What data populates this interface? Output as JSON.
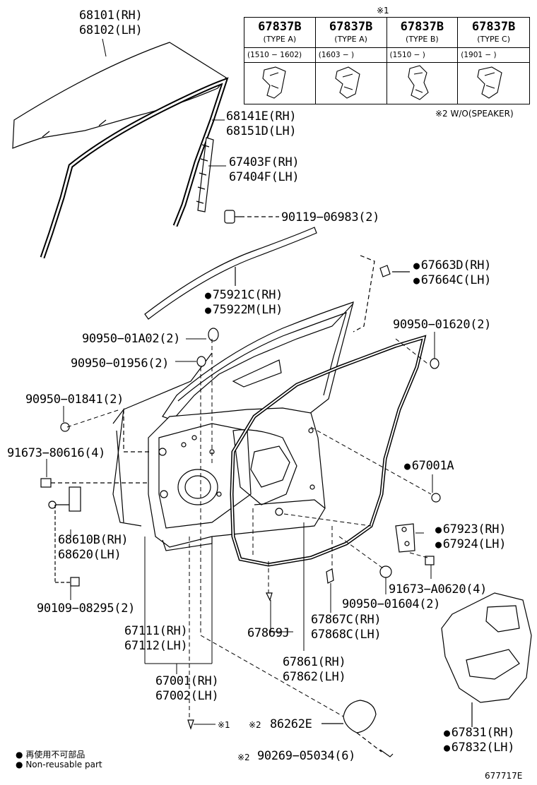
{
  "table": {
    "note_mark": "※1",
    "columns": [
      {
        "part": "67837B",
        "type": "(TYPE A)",
        "date": "(1510 − 1602)"
      },
      {
        "part": "67837B",
        "type": "(TYPE A)",
        "date": "(1603 −         )"
      },
      {
        "part": "67837B",
        "type": "(TYPE B)",
        "date": "(1510 −         )"
      },
      {
        "part": "67837B",
        "type": "(TYPE C)",
        "date": "(1901 −         )"
      }
    ],
    "speaker_note": "※2 W/O(SPEAKER)"
  },
  "labels": {
    "p68101": "68101(RH)",
    "p68102": "68102(LH)",
    "p68141e": "68141E(RH)",
    "p68151d": "68151D(LH)",
    "p67403f": "67403F(RH)",
    "p67404f": "67404F(LH)",
    "p90119": "90119−06983(2)",
    "p67663d": "67663D(RH)",
    "p67664c": "67664C(LH)",
    "p75921c": "75921C(RH)",
    "p75922m": "75922M(LH)",
    "p90950_01a02": "90950−01A02(2)",
    "p90950_01620": "90950−01620(2)",
    "p90950_01956": "90950−01956(2)",
    "p90950_01841": "90950−01841(2)",
    "p91673_80616": "91673−80616(4)",
    "p67001a": "67001A",
    "p68610b": "68610B(RH)",
    "p68620": "68620(LH)",
    "p67923": "67923(RH)",
    "p67924": "67924(LH)",
    "p91673_a0620": "91673−A0620(4)",
    "p90109": "90109−08295(2)",
    "p90950_01604": "90950−01604(2)",
    "p67867c": "67867C(RH)",
    "p67868c": "67868C(LH)",
    "p67111": "67111(RH)",
    "p67112": "67112(LH)",
    "p67869j": "67869J",
    "p67861": "67861(RH)",
    "p67862": "67862(LH)",
    "p67001": "67001(RH)",
    "p67002": "67002(LH)",
    "p67831": "67831(RH)",
    "p67832": "67832(LH)",
    "mark1": "※1",
    "p86262e": "86262E",
    "p90269": "90269−05034(6)",
    "mark2a": "※2",
    "mark2b": "※2"
  },
  "legend": {
    "reuse_jp": "再使用不可部品",
    "reuse_en": "Non-reusable part",
    "bullet": "●"
  },
  "figure_id": "677717E"
}
